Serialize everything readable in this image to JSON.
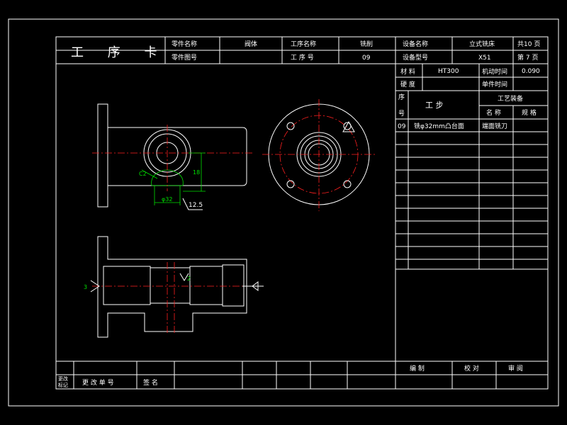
{
  "header": {
    "title": "工 序 卡",
    "part_name_label": "零件名称",
    "part_name_value": "阀体",
    "part_no_label": "零件图号",
    "process_name_label": "工序名称",
    "process_name_value": "铣削",
    "process_no_label": "工 序 号",
    "process_no_value": "09",
    "equip_name_label": "设备名称",
    "equip_name_value": "立式铣床",
    "equip_model_label": "设备型号",
    "equip_model_value": "X51",
    "total_pages": "共10 页",
    "page_no": "第 7 页"
  },
  "info": {
    "material_label": "材 料",
    "material_value": "HT300",
    "machine_time_label": "机动时间",
    "machine_time_value": "0.090",
    "hardness_label": "硬 度",
    "unit_time_label": "单件时间"
  },
  "steps_table": {
    "seq_label_1": "序",
    "seq_label_2": "号",
    "step_label": "工  步",
    "equipment_label": "工艺装备",
    "name_label": "名 称",
    "spec_label": "规 格",
    "rows": [
      {
        "seq": "09",
        "step": "铣φ32mm凸台面",
        "name": "端面铣刀",
        "spec": ""
      }
    ]
  },
  "signatures": {
    "compile": "编  制",
    "check": "校  对",
    "review": "审  阅"
  },
  "revision": {
    "mark_1": "更改",
    "mark_2": "标记",
    "doc_no": "更 改 单 号",
    "sign": "签 名"
  },
  "annotations": {
    "dim_c2": "C2",
    "dim_phi32": "φ32",
    "dim_h": "18",
    "roughness": "12.5",
    "datum_left": "3",
    "datum_mid": "2"
  }
}
